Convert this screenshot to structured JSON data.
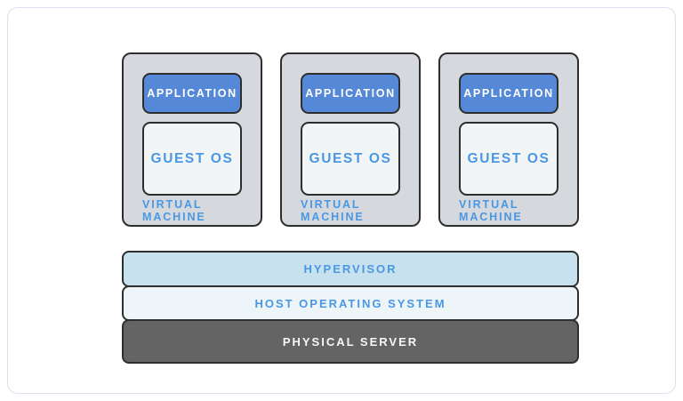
{
  "diagram": {
    "title": "virtualization-architecture",
    "vms": [
      {
        "application": "APPLICATION",
        "guest_os": "GUEST OS",
        "label": "VIRTUAL MACHINE"
      },
      {
        "application": "APPLICATION",
        "guest_os": "GUEST OS",
        "label": "VIRTUAL MACHINE"
      },
      {
        "application": "APPLICATION",
        "guest_os": "GUEST OS",
        "label": "VIRTUAL MACHINE"
      }
    ],
    "layers": {
      "hypervisor": "HYPERVISOR",
      "host_os": "HOST OPERATING SYSTEM",
      "physical_server": "PHYSICAL SERVER"
    },
    "colors": {
      "application_fill": "#5688d8",
      "guest_os_fill": "#f1f5f6",
      "vm_fill": "#d5d9dd",
      "hypervisor_fill": "#c7e2ee",
      "host_os_fill": "#edf5f8",
      "physical_server_fill": "#646464",
      "accent_blue_text": "#4a97e4",
      "outline": "#2e2e2e",
      "card_border": "#dfdeee"
    }
  }
}
